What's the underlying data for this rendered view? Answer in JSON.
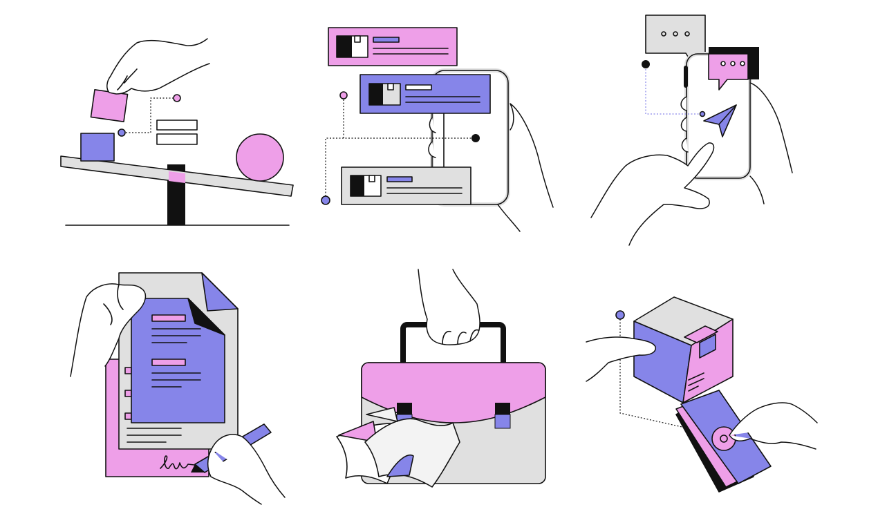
{
  "palette": {
    "pink": "#EE9FE8",
    "purple": "#8685E9",
    "gray": "#E0E0E0",
    "light": "#F3F3F3",
    "black": "#111111"
  },
  "illustrations": [
    {
      "id": "balance-scale",
      "icon": "seesaw-icon"
    },
    {
      "id": "mobile-cards",
      "icon": "phone-cards-icon"
    },
    {
      "id": "mobile-messaging",
      "icon": "chat-phone-icon"
    },
    {
      "id": "document-signing",
      "icon": "signature-icon"
    },
    {
      "id": "briefcase",
      "icon": "briefcase-icon"
    },
    {
      "id": "package-payment",
      "icon": "package-icon"
    }
  ]
}
